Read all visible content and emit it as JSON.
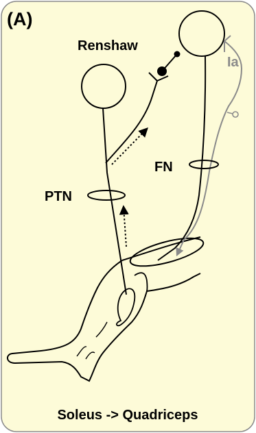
{
  "panel": {
    "tag": "(A)",
    "caption": "Soleus -> Quadriceps",
    "background": "#fdfbd8",
    "border": "#8a8a8a"
  },
  "labels": {
    "renshaw": "Renshaw",
    "ptn": "PTN",
    "fn": "FN",
    "ia": "Ia"
  },
  "colors": {
    "ink": "#000000",
    "afferent": "#8a8a8a"
  }
}
